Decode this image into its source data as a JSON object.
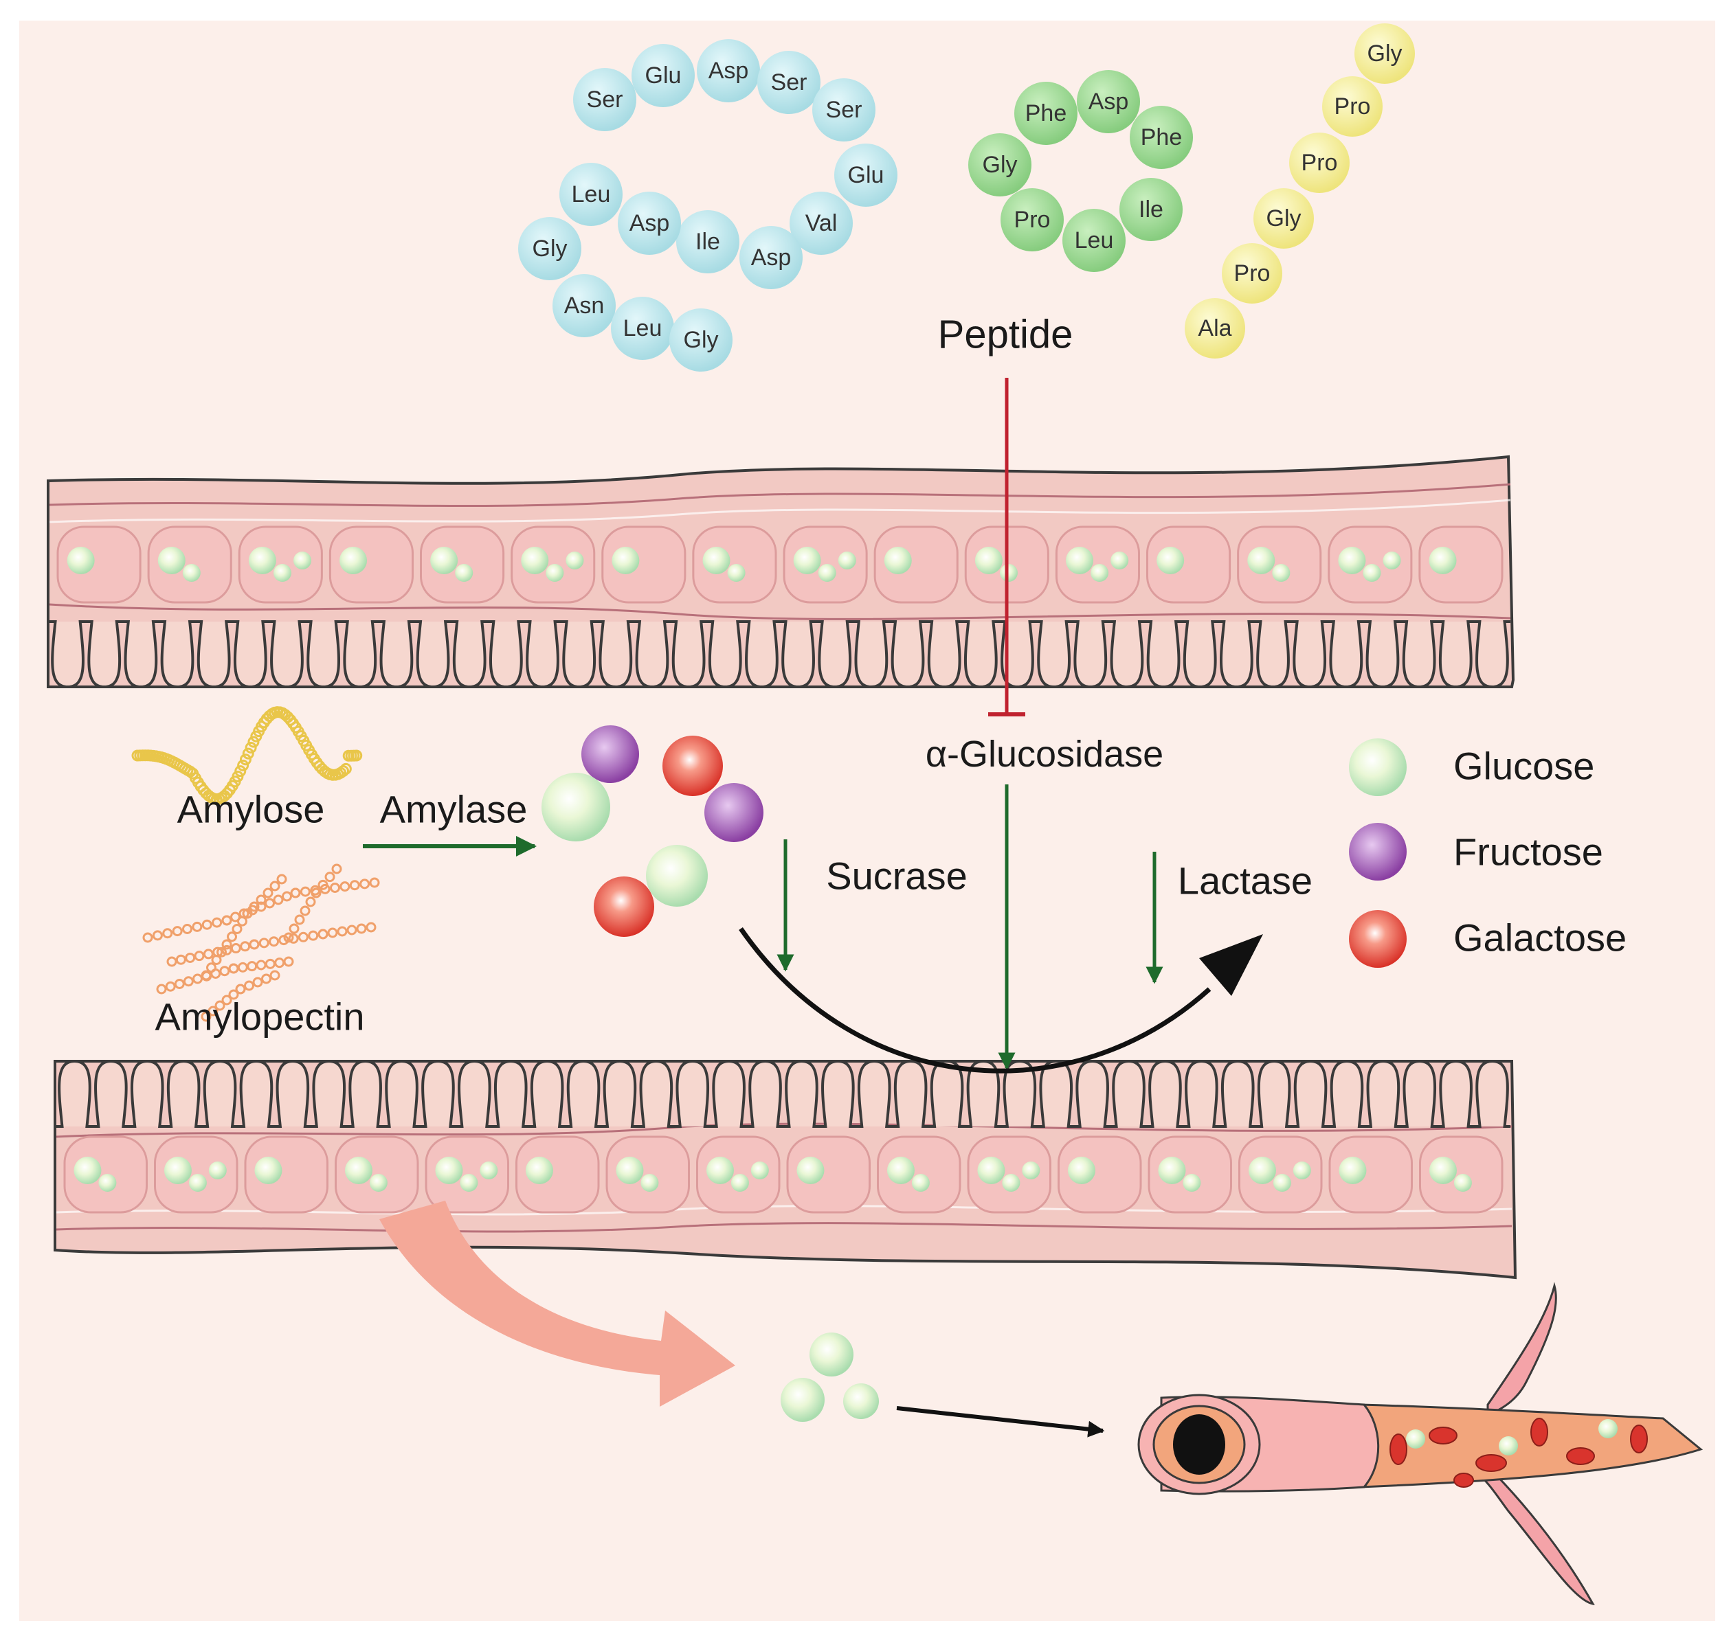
{
  "colors": {
    "background": "#fcefea",
    "tissue": "#f2c9c3",
    "tissue_light": "#f9dcd6",
    "cell": "#f4c2c0",
    "outline": "#3a3a3a",
    "membrane_line": "#b8707a",
    "chain_blue": "#bfe8ee",
    "chain_green": "#a6dc9c",
    "chain_yellow": "#f5ee9c",
    "inhibit": "#c0222f",
    "enzyme_arrow": "#1e6b2c",
    "transport_arrow": "#f4a898",
    "glucose": "#cdebb0",
    "fructose": "#a567b8",
    "galactose": "#e2463c",
    "amylose": "#e9c64a",
    "amylopectin": "#f0a06a",
    "vessel": "#f4a3a8",
    "blood": "#f2a57c",
    "rbc": "#d9342d"
  },
  "peptides": {
    "label": "Peptide",
    "chain_blue": [
      "Ser",
      "Glu",
      "Asp",
      "Ser",
      "Ser",
      "Glu",
      "Val",
      "Asp",
      "Ile",
      "Asp",
      "Leu",
      "Gly",
      "Asn",
      "Leu",
      "Gly"
    ],
    "chain_green": [
      "Phe",
      "Asp",
      "Phe",
      "Gly",
      "Ile",
      "Pro",
      "Leu"
    ],
    "chain_yellow": [
      "Gly",
      "Pro",
      "Pro",
      "Gly",
      "Pro",
      "Ala"
    ]
  },
  "enzymes": {
    "inhibited": "α-Glucosidase",
    "amylase": "Amylase",
    "sucrase": "Sucrase",
    "lactase": "Lactase"
  },
  "substrates": {
    "amylose": "Amylose",
    "amylopectin": "Amylopectin"
  },
  "legend": {
    "items": [
      {
        "label": "Glucose",
        "icon": "glucose-sphere-icon"
      },
      {
        "label": "Fructose",
        "icon": "fructose-sphere-icon"
      },
      {
        "label": "Galactose",
        "icon": "galactose-sphere-icon"
      }
    ]
  }
}
